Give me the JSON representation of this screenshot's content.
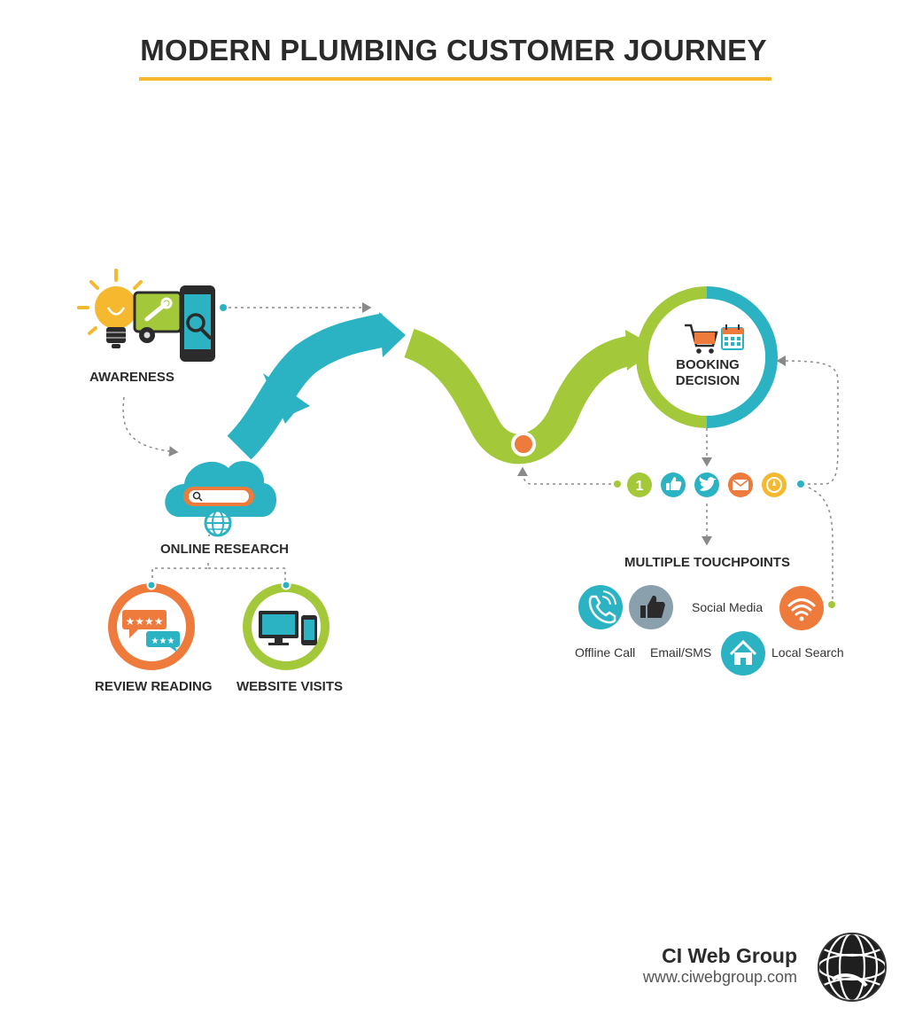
{
  "title": "MODERN PLUMBING CUSTOMER JOURNEY",
  "stages": {
    "awareness": "AWARENESS",
    "online_research": "ONLINE RESEARCH",
    "review_reading": "REVIEW READING",
    "website_visits": "WEBSITE VISITS",
    "booking_decision_line1": "BOOKING",
    "booking_decision_line2": "DECISION",
    "multiple_touchpoints": "MULTIPLE TOUCHPOINTS"
  },
  "touchpoints": {
    "offline_call": "Offline Call",
    "email_sms": "Email/SMS",
    "social_media": "Social Media",
    "local_search": "Local Search"
  },
  "touchpoint_bar": {
    "number_badge": "1"
  },
  "brand": {
    "name": "CI Web Group",
    "url": "www.ciwebgroup.com"
  },
  "colors": {
    "teal": "#2bb3c3",
    "green": "#a3c93a",
    "orange": "#ee7a3c",
    "yellow": "#f5b82e",
    "dark": "#2b2b2b",
    "gray": "#8aa0ad"
  }
}
